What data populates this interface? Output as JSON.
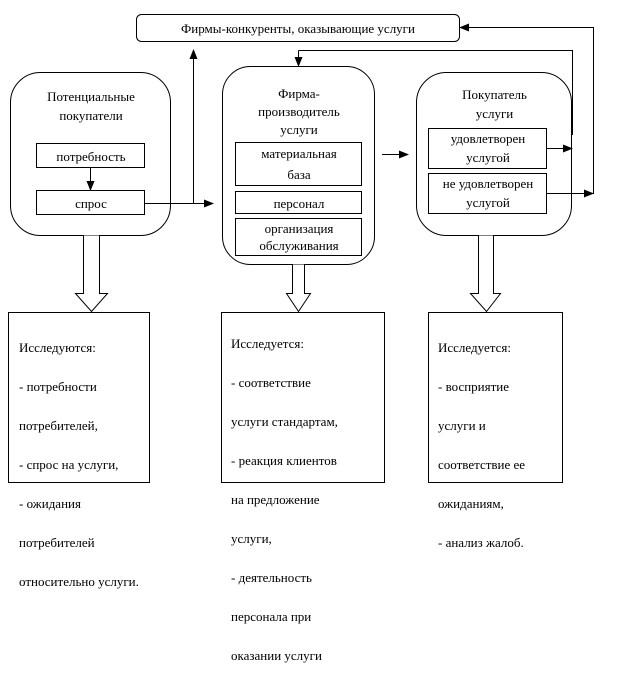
{
  "diagram": {
    "competitors": {
      "label": "Фирмы-конкуренты, оказывающие услуги"
    },
    "potential_buyers": {
      "title_line1": "Потенциальные",
      "title_line2": "покупатели",
      "items": [
        "потребность",
        "спрос"
      ]
    },
    "provider": {
      "title_line1": "Фирма-",
      "title_line2": "производитель",
      "title_line3": "услуги",
      "items": [
        {
          "line1": "материальная",
          "line2": "база"
        },
        {
          "line1": "персонал",
          "line2": ""
        },
        {
          "line1": "организация",
          "line2": "обслуживания"
        }
      ]
    },
    "buyer": {
      "title_line1": "Покупатель",
      "title_line2": "услуги",
      "items": [
        {
          "line1": "удовлетворен",
          "line2": "услугой"
        },
        {
          "line1": "не удовлетворен",
          "line2": "услугой"
        }
      ]
    },
    "research": [
      {
        "heading": "Исследуются:",
        "lines": [
          "- потребности",
          "потребителей,",
          "- спрос на услуги,",
          "- ожидания",
          "потребителей",
          "относительно услуги."
        ]
      },
      {
        "heading": "Исследуется:",
        "lines": [
          "- соответствие",
          "услуги стандартам,",
          "- реакция клиентов",
          "на предложение",
          "услуги,",
          "- деятельность",
          "персонала при",
          "оказании услуги"
        ]
      },
      {
        "heading": "Исследуется:",
        "lines": [
          "- восприятие",
          "услуги и",
          "соответствие ее",
          "ожиданиям,",
          "- анализ жалоб."
        ]
      }
    ]
  },
  "colors": {
    "stroke": "#000000",
    "background": "#ffffff"
  }
}
